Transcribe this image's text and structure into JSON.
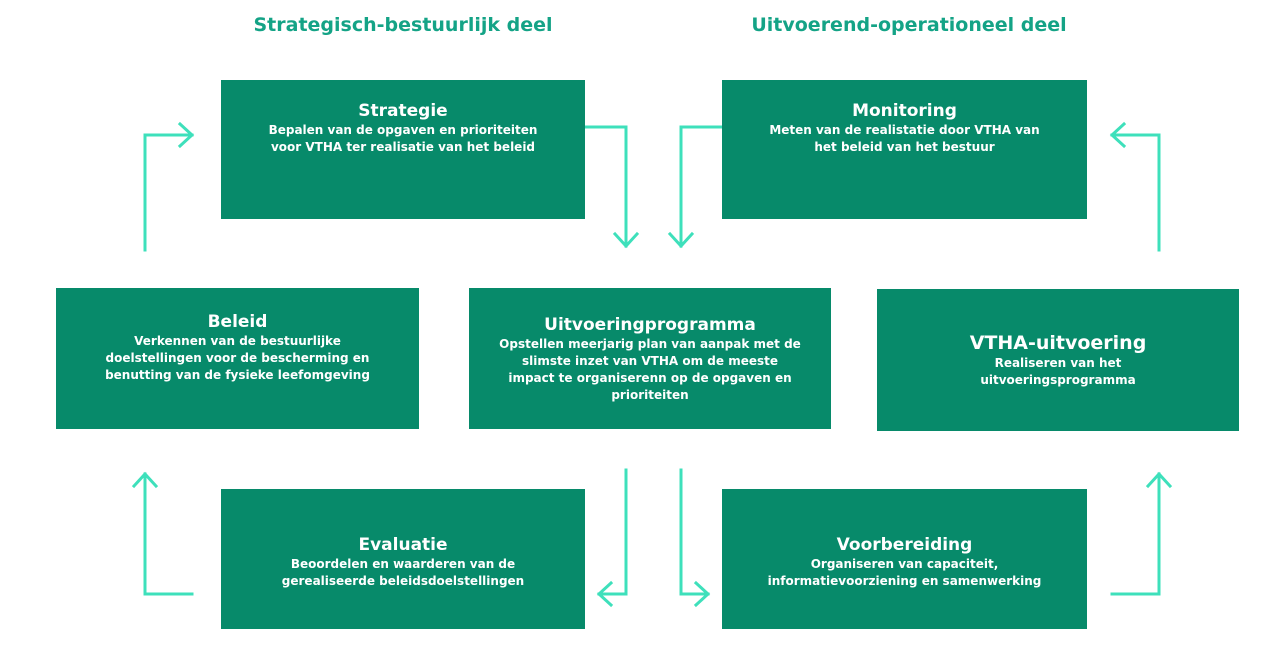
{
  "headings": {
    "left": "Strategisch-bestuurlijk deel",
    "right": "Uitvoerend-operationeel deel"
  },
  "steps": {
    "strategie": {
      "title": "Strategie",
      "desc_lines": [
        "Bepalen van de opgaven en prioriteiten",
        "voor VTHA ter realisatie van het beleid"
      ]
    },
    "monitoring": {
      "title": "Monitoring",
      "desc_lines": [
        "Meten van de realistatie door VTHA van",
        "het beleid van het bestuur"
      ]
    },
    "beleid": {
      "title": "Beleid",
      "desc_lines": [
        "Verkennen van de bestuurlijke",
        "doelstellingen voor de bescherming en",
        "benutting van de fysieke leefomgeving"
      ]
    },
    "uitvoeringprogramma": {
      "title": "Uitvoeringprogramma",
      "desc_lines": [
        "Opstellen meerjarig plan van aanpak met de",
        "slimste inzet van VTHA om de meeste",
        "impact te organiserenn op de opgaven en",
        "prioriteiten"
      ]
    },
    "vtha_uitvoering": {
      "title": "VTHA-uitvoering",
      "desc_lines": [
        "Realiseren van het",
        "uitvoeringsprogramma"
      ]
    },
    "evaluatie": {
      "title": "Evaluatie",
      "desc_lines": [
        "Beoordelen en waarderen van de",
        "gerealiseerde beleidsdoelstellingen"
      ]
    },
    "voorbereiding": {
      "title": "Voorbereiding",
      "desc_lines": [
        "Organiseren van capaciteit,",
        "informatievoorziening en samenwerking"
      ]
    }
  },
  "colors": {
    "box_fill": "#078a6a",
    "box_text": "#ffffff",
    "heading": "#14a386",
    "connector": "#3ee0bb"
  }
}
